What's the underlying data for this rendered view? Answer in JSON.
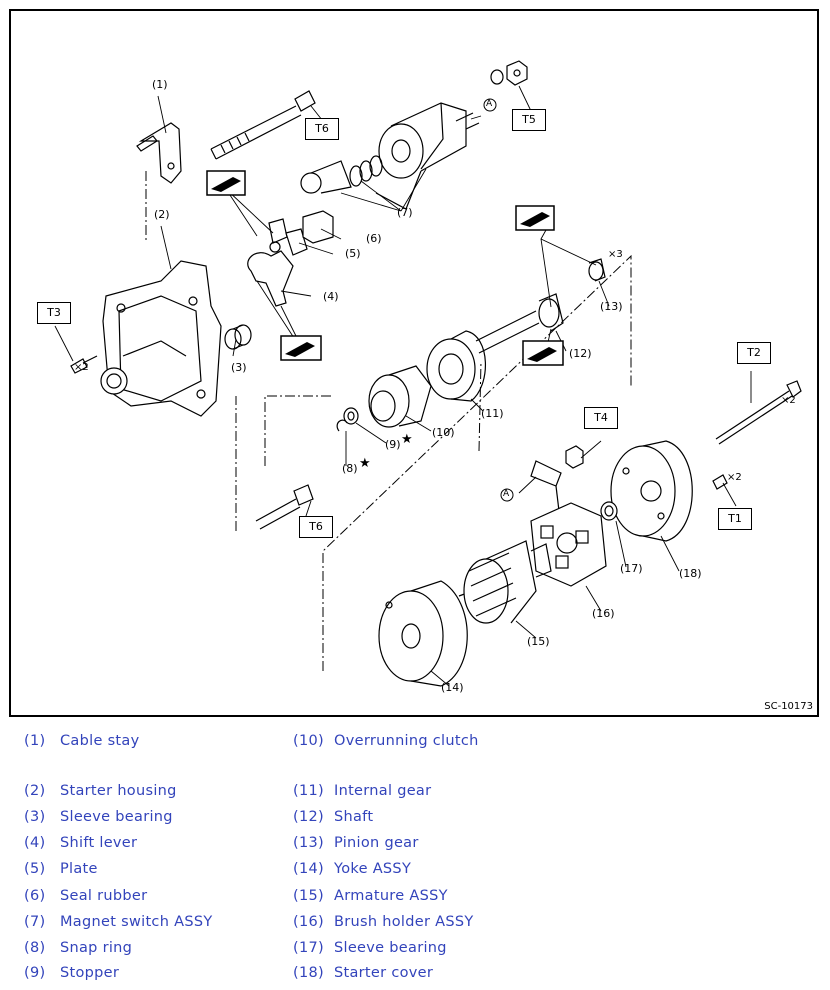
{
  "figure": {
    "id": "SC-10173",
    "callouts": [
      "(1)",
      "(2)",
      "(3)",
      "(4)",
      "(5)",
      "(6)",
      "(7)",
      "(8)",
      "(9)",
      "(10)",
      "(11)",
      "(12)",
      "(13)",
      "(14)",
      "(15)",
      "(16)",
      "(17)",
      "(18)"
    ],
    "torque_labels": {
      "t1": "T1",
      "t2": "T2",
      "t3": "T3",
      "t4": "T4",
      "t5": "T5",
      "t6_upper": "T6",
      "t6_lower": "T6"
    },
    "quantities": {
      "t3": "×2",
      "t2": "×2",
      "t1": "×2",
      "pinion": "×3"
    },
    "connector_mark": "A",
    "star": "★"
  },
  "legend": [
    {
      "num": "(1)",
      "name": "Cable stay"
    },
    {
      "num": "(2)",
      "name": "Starter housing"
    },
    {
      "num": "(3)",
      "name": "Sleeve bearing"
    },
    {
      "num": "(4)",
      "name": "Shift lever"
    },
    {
      "num": "(5)",
      "name": "Plate"
    },
    {
      "num": "(6)",
      "name": "Seal rubber"
    },
    {
      "num": "(7)",
      "name": "Magnet switch ASSY"
    },
    {
      "num": "(8)",
      "name": "Snap ring"
    },
    {
      "num": "(9)",
      "name": "Stopper"
    },
    {
      "num": "(10)",
      "name": "Overrunning clutch"
    },
    {
      "num": "(11)",
      "name": "Internal gear"
    },
    {
      "num": "(12)",
      "name": "Shaft"
    },
    {
      "num": "(13)",
      "name": "Pinion gear"
    },
    {
      "num": "(14)",
      "name": "Yoke ASSY"
    },
    {
      "num": "(15)",
      "name": "Armature ASSY"
    },
    {
      "num": "(16)",
      "name": "Brush holder ASSY"
    },
    {
      "num": "(17)",
      "name": "Sleeve bearing"
    },
    {
      "num": "(18)",
      "name": "Starter cover"
    }
  ]
}
